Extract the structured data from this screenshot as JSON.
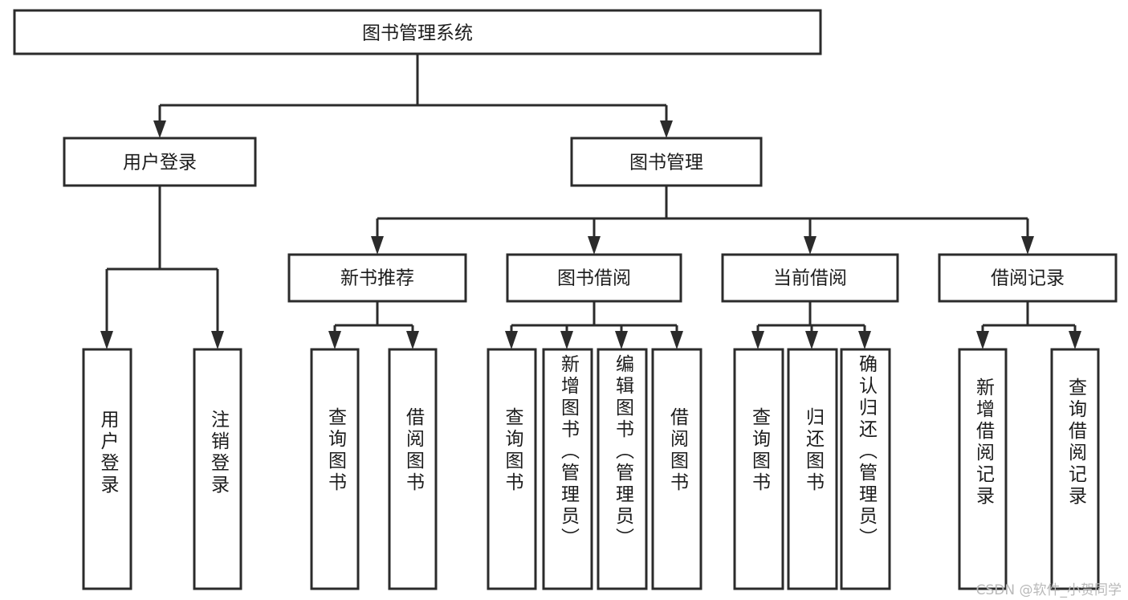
{
  "diagram": {
    "title": "图书管理系统",
    "type": "tree-hierarchy-diagram",
    "colors": {
      "background": "#ffffff",
      "stroke": "#2b2b2b",
      "node_fill": "#ffffff",
      "text": "#1c1c1c",
      "watermark": "#b9b9b9"
    },
    "root": {
      "label": "图书管理系统"
    },
    "level2": [
      {
        "label": "用户登录"
      },
      {
        "label": "图书管理"
      }
    ],
    "level3": [
      {
        "label": "新书推荐"
      },
      {
        "label": "图书借阅"
      },
      {
        "label": "当前借阅"
      },
      {
        "label": "借阅记录"
      }
    ],
    "leaves": {
      "user_login": [
        {
          "label": "用户登录"
        },
        {
          "label": "注销登录"
        }
      ],
      "new_book_recommend": [
        {
          "label": "查询图书"
        },
        {
          "label": "借阅图书"
        }
      ],
      "book_borrow": [
        {
          "label": "查询图书"
        },
        {
          "label": "新增图书（管理员）"
        },
        {
          "label": "编辑图书（管理员）"
        },
        {
          "label": "借阅图书"
        }
      ],
      "current_borrow": [
        {
          "label": "查询图书"
        },
        {
          "label": "归还图书"
        },
        {
          "label": "确认归还（管理员）"
        }
      ],
      "borrow_record": [
        {
          "label": "新增借阅记录"
        },
        {
          "label": "查询借阅记录"
        }
      ]
    }
  },
  "watermark": {
    "text": "CSDN @软件_小贺同学"
  }
}
